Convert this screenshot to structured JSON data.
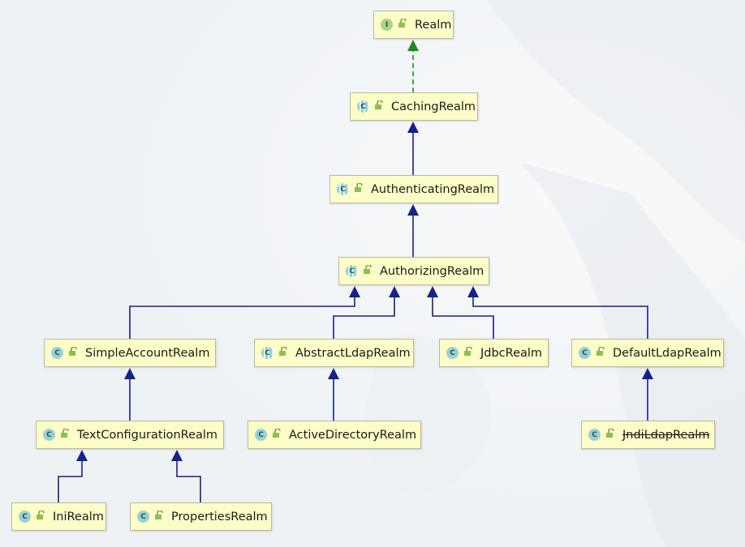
{
  "colors": {
    "node_fill": "#fdfdc8",
    "node_border": "#b9b99a",
    "extends_line": "#16218b",
    "implements_line": "#1f8a1f",
    "class_badge": "#9ad0d3",
    "interface_badge": "#a8d48a"
  },
  "nodes": [
    {
      "id": "realm",
      "label": "Realm",
      "badge": "I",
      "kind": "interface"
    },
    {
      "id": "caching",
      "label": "CachingRealm",
      "badge": "C",
      "kind": "abstract"
    },
    {
      "id": "authenticating",
      "label": "AuthenticatingRealm",
      "badge": "C",
      "kind": "abstract"
    },
    {
      "id": "authorizing",
      "label": "AuthorizingRealm",
      "badge": "C",
      "kind": "abstract"
    },
    {
      "id": "simpleaccount",
      "label": "SimpleAccountRealm",
      "badge": "C",
      "kind": "class"
    },
    {
      "id": "abstractldap",
      "label": "AbstractLdapRealm",
      "badge": "C",
      "kind": "abstract"
    },
    {
      "id": "jdbc",
      "label": "JdbcRealm",
      "badge": "C",
      "kind": "class"
    },
    {
      "id": "defaultldap",
      "label": "DefaultLdapRealm",
      "badge": "C",
      "kind": "class"
    },
    {
      "id": "textconfig",
      "label": "TextConfigurationRealm",
      "badge": "C",
      "kind": "class"
    },
    {
      "id": "activedirectory",
      "label": "ActiveDirectoryRealm",
      "badge": "C",
      "kind": "class"
    },
    {
      "id": "jndildap",
      "label": "JndiLdapRealm",
      "badge": "C",
      "kind": "class",
      "deprecated": true
    },
    {
      "id": "ini",
      "label": "IniRealm",
      "badge": "C",
      "kind": "class"
    },
    {
      "id": "properties",
      "label": "PropertiesRealm",
      "badge": "C",
      "kind": "class"
    }
  ],
  "edges": [
    {
      "from": "caching",
      "to": "realm",
      "type": "implements"
    },
    {
      "from": "authenticating",
      "to": "caching",
      "type": "extends"
    },
    {
      "from": "authorizing",
      "to": "authenticating",
      "type": "extends"
    },
    {
      "from": "simpleaccount",
      "to": "authorizing",
      "type": "extends"
    },
    {
      "from": "abstractldap",
      "to": "authorizing",
      "type": "extends"
    },
    {
      "from": "jdbc",
      "to": "authorizing",
      "type": "extends"
    },
    {
      "from": "defaultldap",
      "to": "authorizing",
      "type": "extends"
    },
    {
      "from": "textconfig",
      "to": "simpleaccount",
      "type": "extends"
    },
    {
      "from": "activedirectory",
      "to": "abstractldap",
      "type": "extends"
    },
    {
      "from": "jndildap",
      "to": "defaultldap",
      "type": "extends"
    },
    {
      "from": "ini",
      "to": "textconfig",
      "type": "extends"
    },
    {
      "from": "properties",
      "to": "textconfig",
      "type": "extends"
    }
  ]
}
